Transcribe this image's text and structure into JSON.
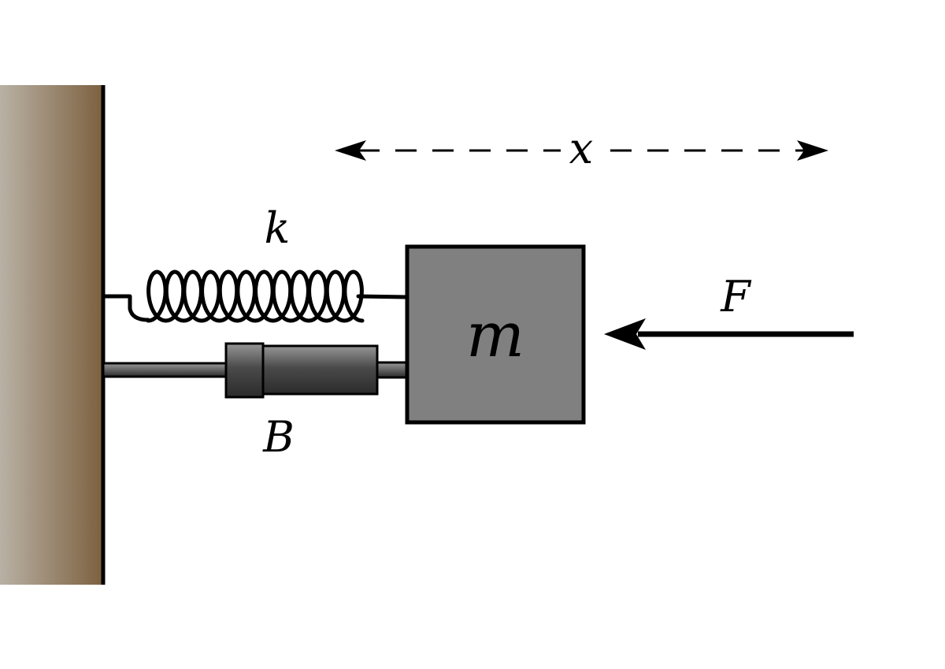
{
  "labels": {
    "spring_constant": "k",
    "damping_coefficient": "B",
    "mass": "m",
    "force": "F",
    "displacement": "x"
  },
  "colors": {
    "wall_light": "#b8b0a4",
    "wall_dark": "#7e6340",
    "mass_fill": "#808080",
    "damper_top": "#8a8a8a",
    "damper_bottom": "#2a2a2a",
    "stroke": "#000000"
  }
}
